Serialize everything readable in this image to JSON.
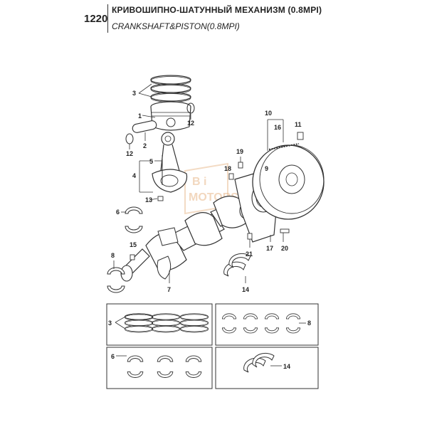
{
  "header": {
    "page_number": "1220",
    "title_ru": "КРИВОШИПНО-ШАТУННЫЙ МЕХАНИЗМ (0.8MPI)",
    "title_en": "CRANKSHAFT&PISTON(0.8MPI)"
  },
  "callouts": {
    "c1": "1",
    "c2": "2",
    "c3": "3",
    "c4": "4",
    "c5": "5",
    "c6": "6",
    "c7": "7",
    "c8": "8",
    "c9": "9",
    "c10": "10",
    "c11": "11",
    "c12a": "12",
    "c12b": "12",
    "c13": "13",
    "c14": "14",
    "c15": "15",
    "c16": "16",
    "c17": "17",
    "c18": "18",
    "c19": "19",
    "c20": "20",
    "c21": "21",
    "box_rings": "3",
    "box_bearings_main": "8",
    "box_bearings_rod": "6",
    "box_thrust": "14"
  },
  "watermark": {
    "line1": "B i",
    "line2": "MOTORS"
  },
  "colors": {
    "line": "#333333",
    "watermark": "#e8b88a"
  }
}
